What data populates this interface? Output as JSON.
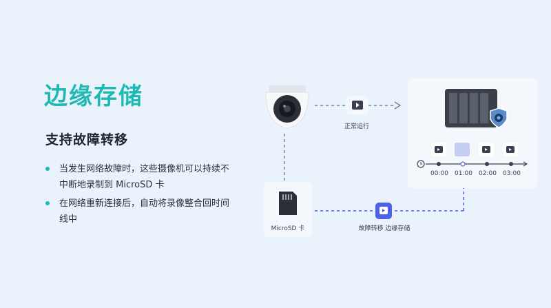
{
  "title": "边缘存储",
  "subtitle": "支持故障转移",
  "bullets": [
    "当发生网络故障时，这些摄像机可以持续不中断地录制到 MicroSD 卡",
    "在网络重新连接后，自动将录像整合回时间线中"
  ],
  "diagram": {
    "normal_label": "正常运行",
    "sd_label": "MicroSD 卡",
    "failover_label": "故障转移 边缘存储",
    "timeline_ticks": [
      "00:00",
      "01:00",
      "02:00",
      "03:00"
    ],
    "colors": {
      "accent": "#1fb9b4",
      "failover": "#4a63e8",
      "dash": "#7a8494"
    }
  }
}
